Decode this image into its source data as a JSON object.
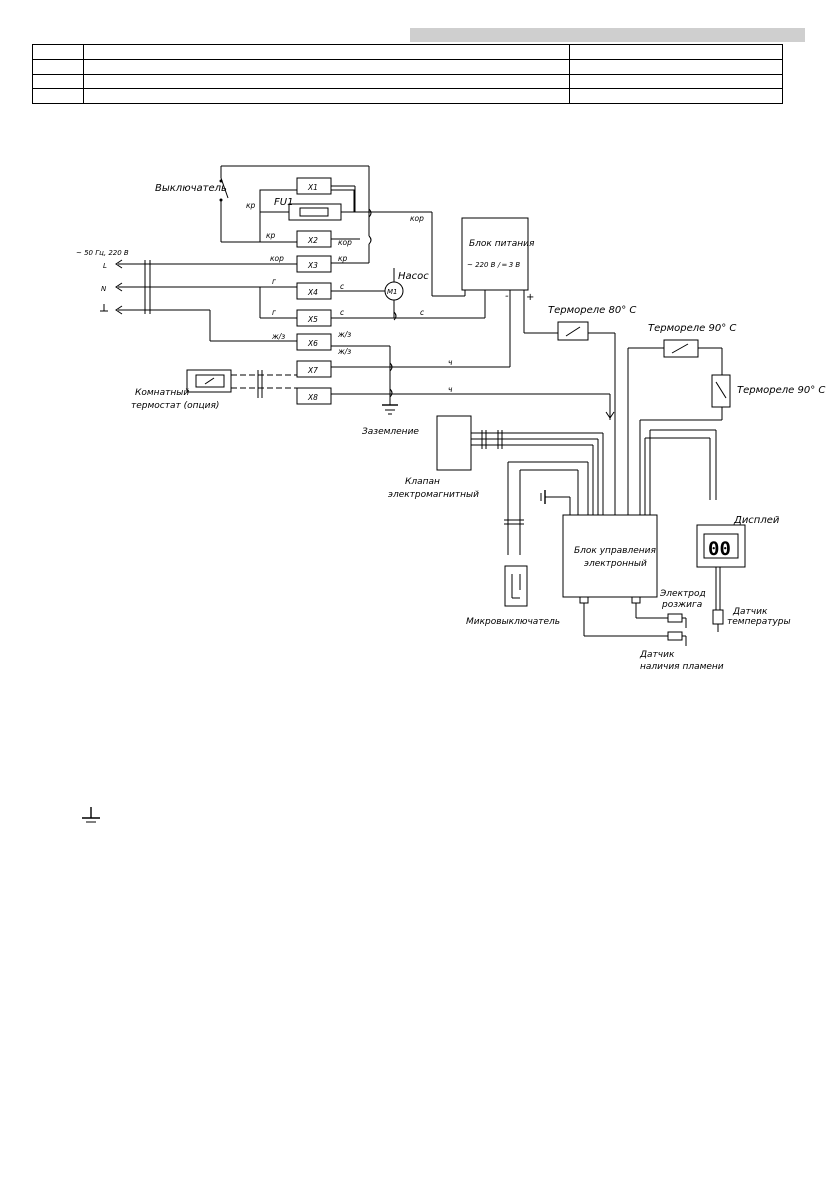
{
  "labels": {
    "switch": "Выключатель",
    "fuse": "FU1",
    "power_supply_1": "Блок питания",
    "power_supply_2": "~ 220 В / ═ 3 В",
    "mains": "~ 50 Гц, 220 В",
    "phase": "L",
    "neutral": "N",
    "pump": "Насос",
    "motor": "M1",
    "thermo80": "Термореле 80° С",
    "thermo90a": "Термореле 90° С",
    "thermo90b": "Термореле 90° С",
    "room_thermostat_1": "Комнатный",
    "room_thermostat_2": "термостат (опция)",
    "ground": "Заземление",
    "valve_1": "Клапан",
    "valve_2": "электромагнитный",
    "control_unit_1": "Блок управления",
    "control_unit_2": "электронный",
    "display": "Дисплей",
    "display_value": "00",
    "electrode_1": "Электрод",
    "electrode_2": "розжига",
    "temp_sensor_1": "Датчик",
    "temp_sensor_2": "температуры",
    "microswitch": "Микровыключатель",
    "flame_sensor_1": "Датчик",
    "flame_sensor_2": "наличия пламени",
    "minus": "-",
    "plus": "+"
  },
  "terminals": [
    "X1",
    "X2",
    "X3",
    "X4",
    "X5",
    "X6",
    "X7",
    "X8"
  ],
  "wire_codes": {
    "kr": "кр",
    "kor": "кор",
    "g": "г",
    "s": "с",
    "zh_z": "ж/з",
    "ch": "ч"
  }
}
